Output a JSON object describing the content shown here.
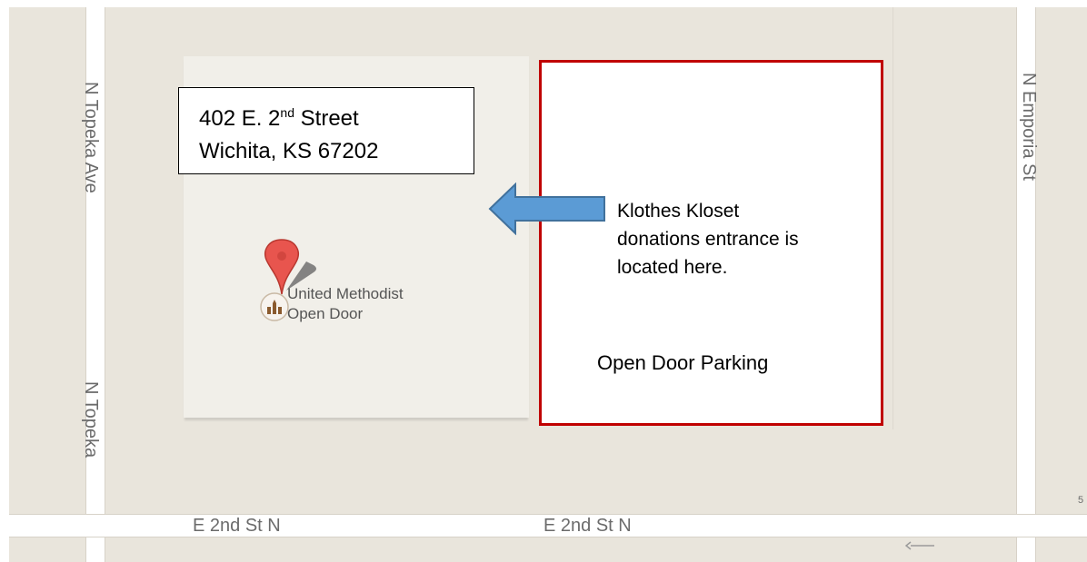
{
  "map": {
    "streets": {
      "n_topeka_ave": "N Topeka Ave",
      "n_topeka": "N Topeka",
      "n_emporia_st": "N Emporia St",
      "e_2nd_st_n": "E 2nd St N"
    },
    "poi": {
      "name_line1": "United Methodist",
      "name_line2": "Open Door",
      "icon": "church-icon"
    },
    "edge_number": "5",
    "colors": {
      "land": "#e9e5dc",
      "road": "#ffffff",
      "marker": "#e8554e",
      "parking_border": "#c00000",
      "arrow": "#5b9bd5"
    }
  },
  "annotations": {
    "address": {
      "line1_prefix": "402 E. 2",
      "line1_sup": "nd",
      "line1_suffix": " Street",
      "line2": "Wichita, KS 67202"
    },
    "callout": {
      "line1": "Klothes Kloset",
      "line2": "donations entrance is",
      "line3": "located here."
    },
    "parking_label": "Open Door Parking"
  }
}
